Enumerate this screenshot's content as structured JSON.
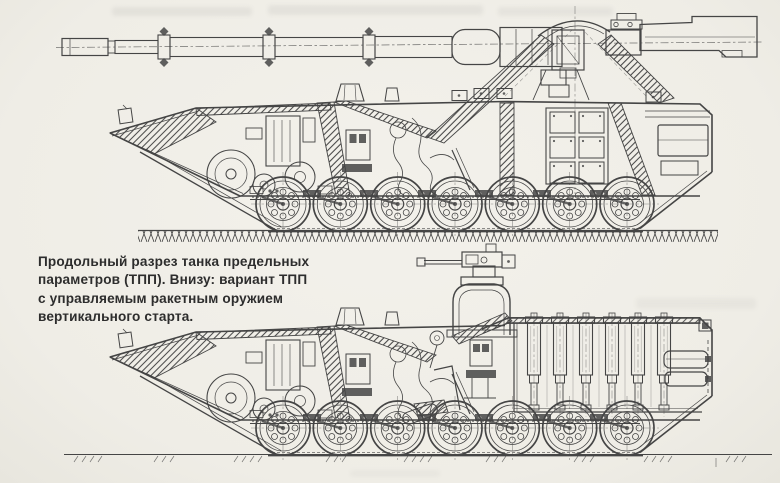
{
  "page": {
    "background_color": "#f3f1eb",
    "ink_color": "#454545",
    "text_color": "#2d2d2d"
  },
  "caption": {
    "lines": [
      "Продольный разрез танка предельных",
      "параметров (ТПП). Внизу: вариант ТПП",
      "с управляемым ракетным оружием",
      "вертикального старта."
    ]
  },
  "figures": {
    "top_tank": {
      "road_wheel_count": 7,
      "gun_barrel_clamp_count": 3
    },
    "bottom_tank": {
      "road_wheel_count": 7,
      "missile_tube_count": 6
    }
  }
}
